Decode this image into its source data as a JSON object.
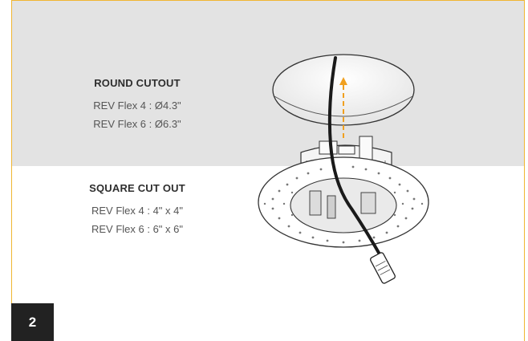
{
  "round_cutout": {
    "heading": "ROUND CUTOUT",
    "lines": [
      "REV Flex 4 : Ø4.3\"",
      "REV Flex 6 : Ø6.3\""
    ]
  },
  "square_cutout": {
    "heading": "SQUARE CUT OUT",
    "lines": [
      "REV Flex 4 : 4\" x 4\"",
      "REV Flex 6 : 6\" x 6\""
    ]
  },
  "step_number": "2",
  "colors": {
    "accent": "#f0b632",
    "gray_band": "#e3e3e3",
    "badge": "#222222",
    "arrow": "#f0a020"
  }
}
